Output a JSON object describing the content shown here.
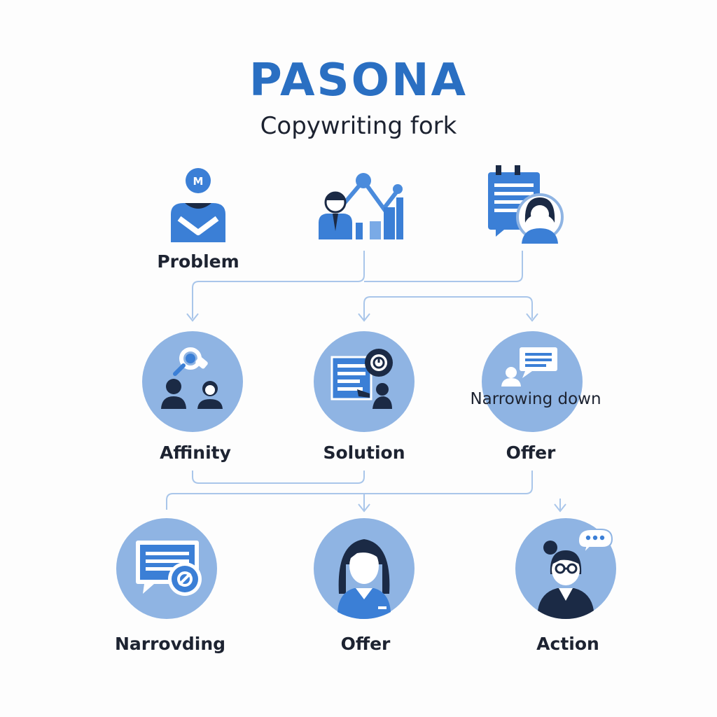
{
  "header": {
    "title": "PASONA",
    "subtitle": "Copywriting  fork"
  },
  "top_row": [
    {
      "label": "Problem",
      "icon": "person-envelope-icon",
      "badge": "M"
    },
    {
      "label": "",
      "icon": "presenter-growth-chart-icon"
    },
    {
      "label": "",
      "icon": "document-profile-icon"
    }
  ],
  "middle_row": [
    {
      "label": "Affinity",
      "icon": "people-magnifier-icon"
    },
    {
      "label": "Solution",
      "icon": "document-gear-icon"
    },
    {
      "label": "Offer",
      "icon": "chat-person-icon",
      "inner_label": "Narrowing down"
    }
  ],
  "bottom_row": [
    {
      "label": "Narrovding",
      "icon": "chat-target-icon"
    },
    {
      "label": "Offer",
      "icon": "woman-avatar-icon"
    },
    {
      "label": "Action",
      "icon": "woman-glasses-thought-icon"
    }
  ],
  "colors": {
    "title": "#2a6fc2",
    "circle_fill": "#8fb4e3",
    "icon_blue": "#3b7fd6",
    "icon_dark": "#1b2a45",
    "connector": "#a9c6ea"
  }
}
